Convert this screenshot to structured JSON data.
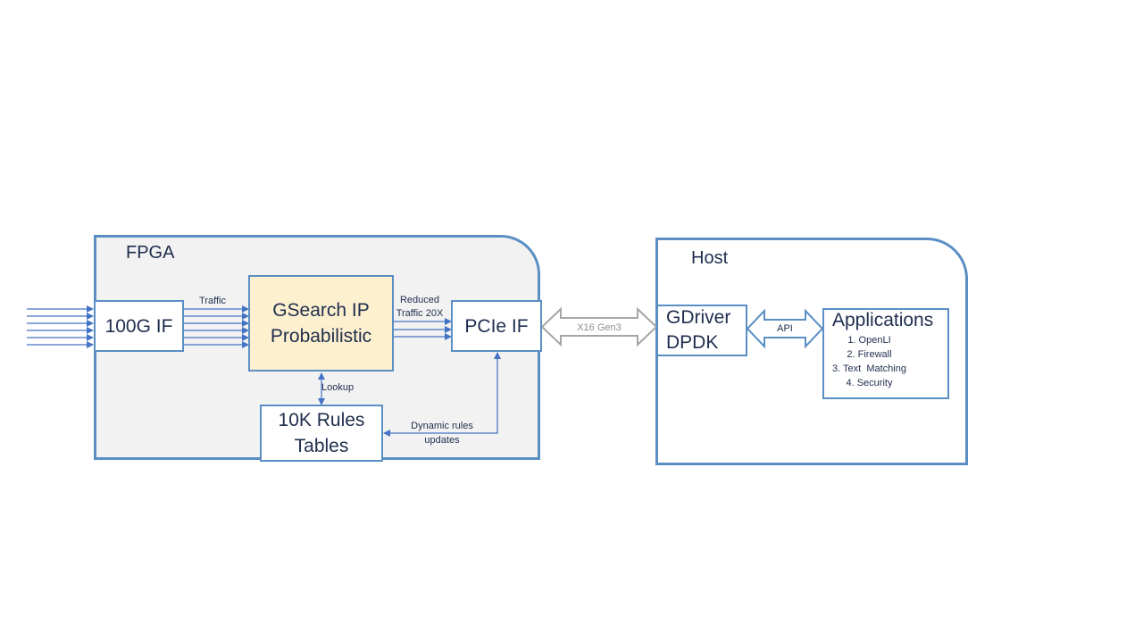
{
  "fpga": {
    "title": "FPGA",
    "if100g": "100G IF",
    "gsearch": {
      "line1": "GSearch IP",
      "line2": "Probabilistic"
    },
    "pcie": "PCIe IF",
    "rules": {
      "line1": "10K Rules",
      "line2": "Tables"
    },
    "labels": {
      "traffic": "Traffic",
      "reduced_line1": "Reduced",
      "reduced_line2": "Traffic 20X",
      "lookup": "Lookup",
      "dynamic_line1": "Dynamic rules",
      "dynamic_line2": "updates"
    }
  },
  "link": {
    "label": "X16 Gen3"
  },
  "host": {
    "title": "Host",
    "gdriver": {
      "line1": "GDriver",
      "line2": "DPDK"
    },
    "api": "API",
    "applications": {
      "title": "Applications",
      "items": [
        "1. OpenLI",
        "2. Firewall",
        "3. Text  Matching",
        "4. Security"
      ]
    }
  },
  "colors": {
    "accent": "#5b8fc4",
    "arrow": "#4472c4",
    "link_arrow": "#a6a6a6",
    "highlight": "#fdf0cf",
    "panel": "#f2f2f2"
  }
}
